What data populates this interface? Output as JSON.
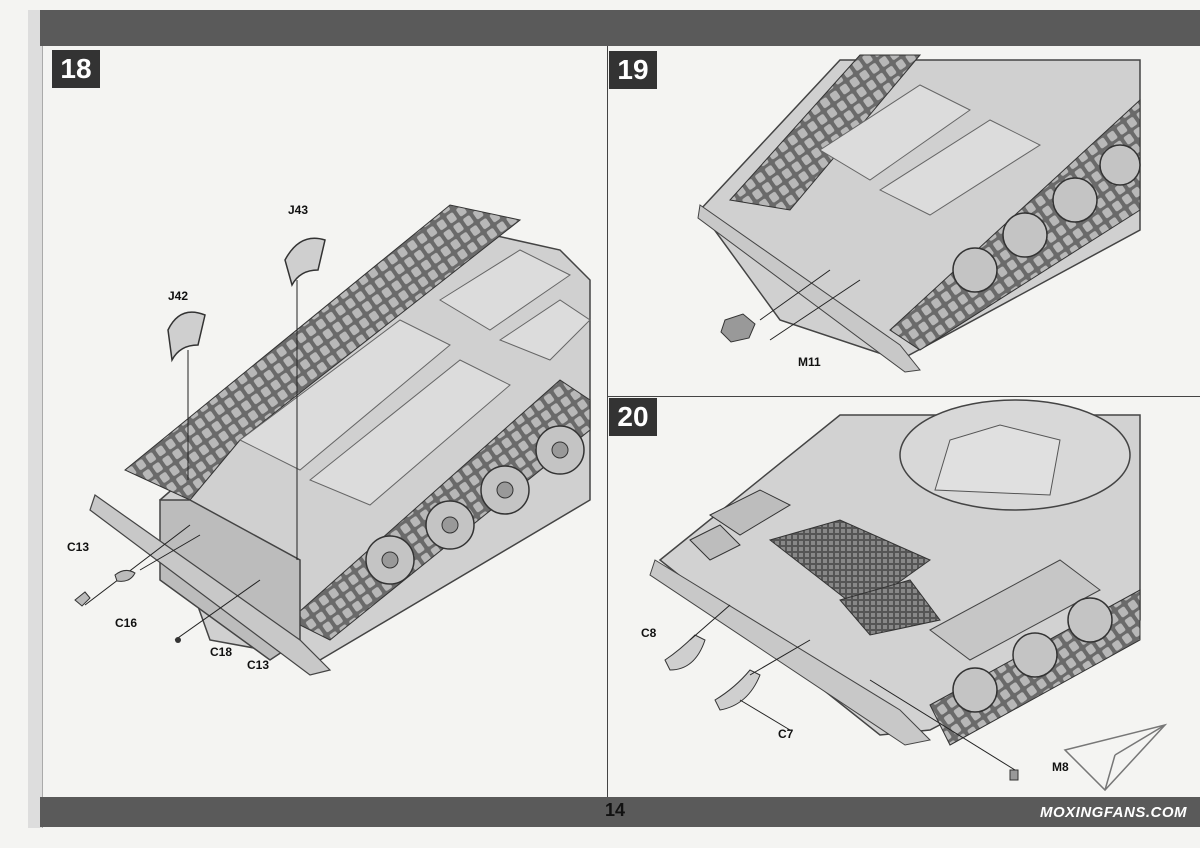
{
  "page": {
    "number": "14"
  },
  "steps": [
    {
      "number": "18",
      "callouts": [
        "J43",
        "J42",
        "C13",
        "C16",
        "C18",
        "C13"
      ]
    },
    {
      "number": "19",
      "callouts": [
        "M11"
      ]
    },
    {
      "number": "20",
      "callouts": [
        "C8",
        "C7",
        "M8"
      ]
    }
  ],
  "watermark": {
    "text": "MOXINGFANS.COM"
  },
  "colors": {
    "bar": "#5a5a5a",
    "step_badge": "#333333",
    "paper": "#f4f4f2"
  }
}
